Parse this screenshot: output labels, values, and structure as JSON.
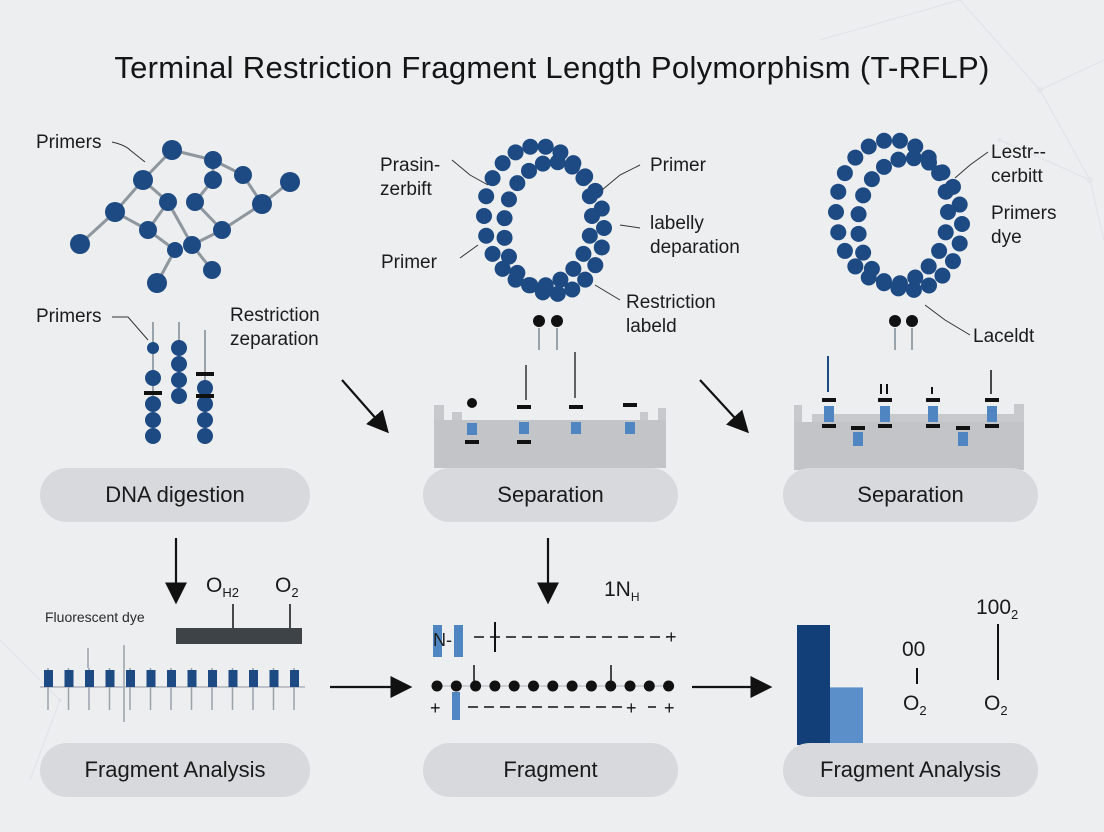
{
  "title": "Terminal Restriction Fragment Length Polymorphism (T-RFLP)",
  "colors": {
    "bead": "#1d4a82",
    "bead_light": "#4f86c2",
    "bar_dark": "#123f78",
    "bar_light": "#5b8fc9",
    "pill": "#d7d9dc",
    "gel": "#c9cbce"
  },
  "panel1": {
    "label_primers_top": "Primers",
    "label_primers_mid": "Primers",
    "label_restriction": "Restriction\nzeparation",
    "pill": "DNA digestion"
  },
  "panel2": {
    "label_prasin": "Prasin-\nzerbift",
    "label_primer_right": "Primer",
    "label_labelly": "labelly\ndeparation",
    "label_primer_left": "Primer",
    "label_restriction": "Restriction\nlabeld",
    "pill": "Separation"
  },
  "panel3": {
    "label_lestr": "Lestr--\ncerbitt",
    "label_primers_dye": "Primers\ndye",
    "label_laceldt": "Laceldt",
    "pill": "Separation"
  },
  "bottom1": {
    "label_dye": "Fluorescent dye",
    "label_o1": "O",
    "label_o1_sub": "H2",
    "label_o2": "O",
    "label_o2_sub": "2",
    "pill": "Fragment Analysis"
  },
  "bottom2": {
    "label_1n": "1N",
    "label_1n_sub": "H",
    "label_n": "N-",
    "pill": "Fragment"
  },
  "bottom3": {
    "label_100": "100",
    "label_100_sub": "2",
    "label_00": "00",
    "label_o_left": "O",
    "label_o_left_sub": "2",
    "label_o_right": "O",
    "label_o_right_sub": "2",
    "pill": "Fragment Analysis",
    "bar_values": [
      1.0,
      0.48
    ]
  }
}
